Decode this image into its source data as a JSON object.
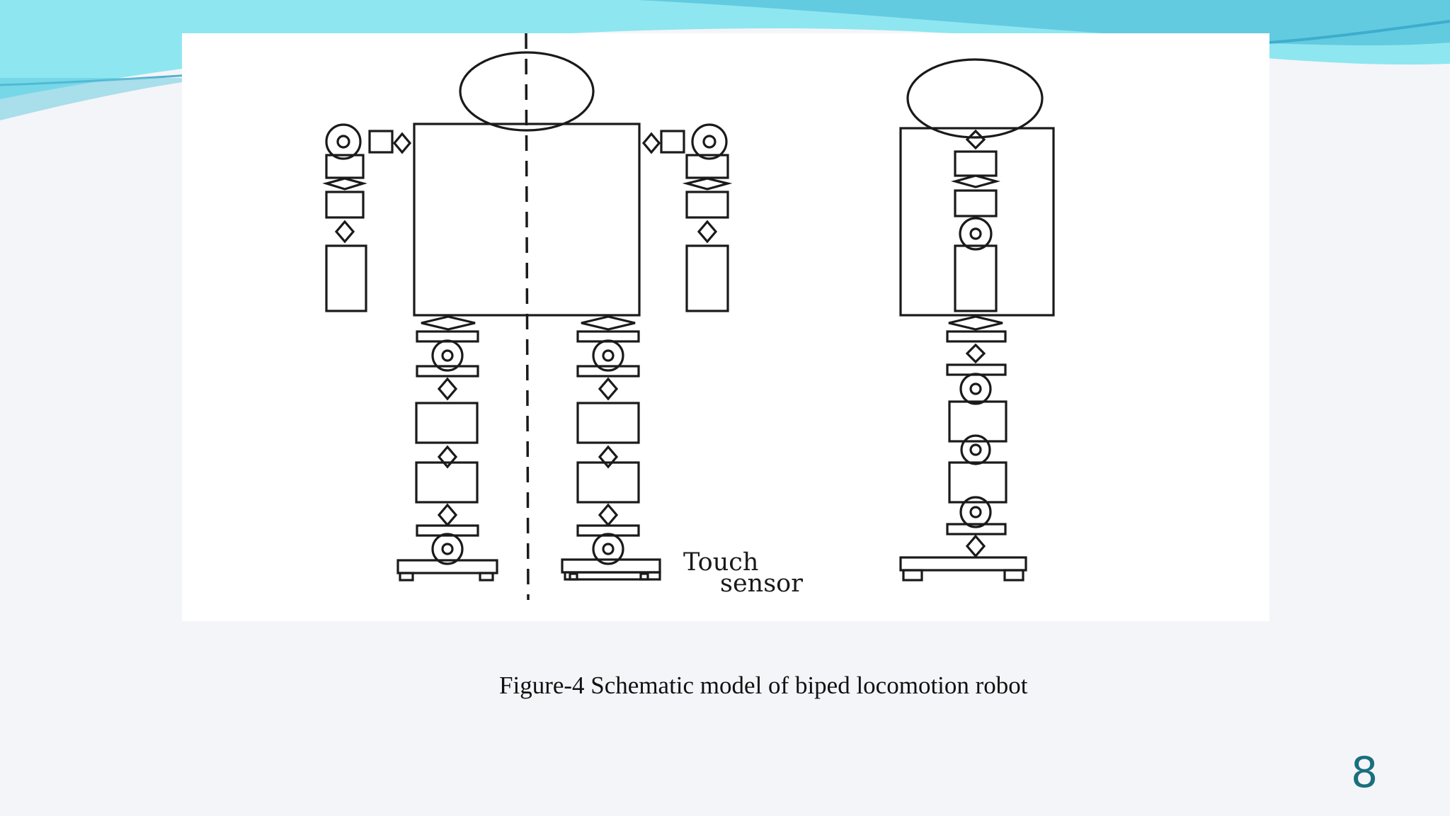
{
  "slide": {
    "caption": "Figure-4 Schematic model of biped locomotion robot",
    "page_number": "8",
    "colors": {
      "banner_light": "#8ee6f0",
      "banner_mid": "#5ec8de",
      "banner_dark": "#2f9fc4",
      "page_number": "#1a6f7e",
      "background": "#f4f5f9"
    }
  },
  "diagram": {
    "label_line1": "Touch",
    "label_line2": "sensor"
  }
}
